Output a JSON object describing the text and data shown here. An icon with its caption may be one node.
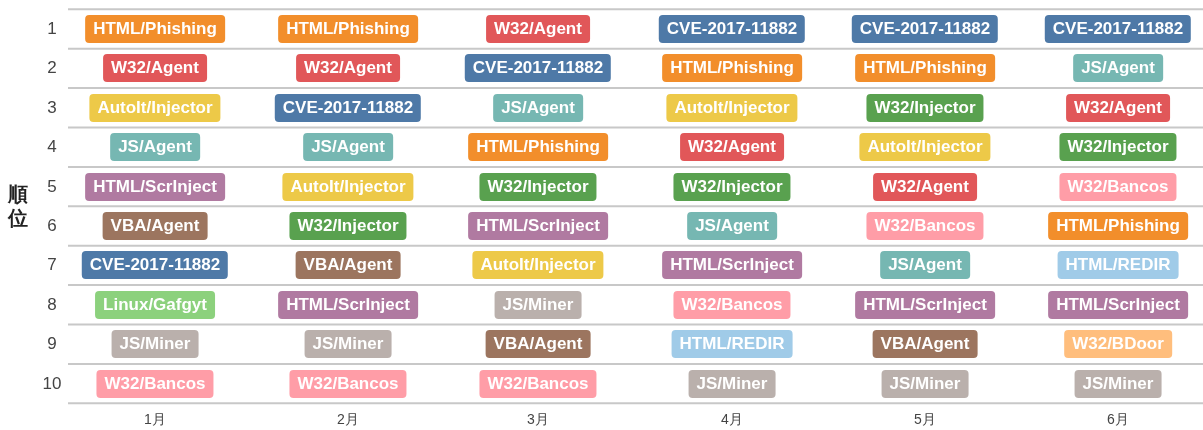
{
  "diagram": {
    "nodes": [
      {
        "text": [
          "HTML/Phishing"
        ]
      },
      {
        "text": [
          "HTML/Phishing"
        ]
      },
      {
        "text": [
          "W32/Agent"
        ]
      },
      {
        "text": [
          "CVE-2017-11882"
        ]
      },
      {
        "text": [
          "CVE-2017-11882"
        ]
      },
      {
        "text": [
          "CVE-2017-11882"
        ]
      },
      {
        "text": [
          "W32/Agent"
        ]
      },
      {
        "text": [
          "W32/Agent"
        ]
      },
      {
        "text": [
          "CVE-2017-11882"
        ]
      },
      {
        "text": [
          "HTML/Phishing"
        ]
      },
      {
        "text": [
          "HTML/Phishing"
        ]
      },
      {
        "text": [
          "JS/Agent"
        ]
      },
      {
        "text": [
          "AutoIt/Injector"
        ]
      },
      {
        "text": [
          "CVE-2017-11882"
        ]
      },
      {
        "text": [
          "JS/Agent"
        ]
      },
      {
        "text": [
          "AutoIt/Injector"
        ]
      },
      {
        "text": [
          "W32/Injector"
        ]
      },
      {
        "text": [
          "W32/Agent"
        ]
      },
      {
        "text": [
          "JS/Agent"
        ]
      },
      {
        "text": [
          "JS/Agent"
        ]
      },
      {
        "text": [
          "HTML/Phishing"
        ]
      },
      {
        "text": [
          "W32/Agent"
        ]
      },
      {
        "text": [
          "AutoIt/Injector"
        ]
      },
      {
        "text": [
          "W32/Injector"
        ]
      },
      {
        "text": [
          "HTML/ScrInject"
        ]
      },
      {
        "text": [
          "AutoIt/Injector"
        ]
      },
      {
        "text": [
          "W32/Injector"
        ]
      },
      {
        "text": [
          "W32/Injector"
        ]
      },
      {
        "text": [
          "W32/Agent"
        ]
      },
      {
        "text": [
          "W32/Bancos"
        ]
      },
      {
        "text": [
          "VBA/Agent"
        ]
      },
      {
        "text": [
          "W32/Injector"
        ]
      },
      {
        "text": [
          "HTML/ScrInject"
        ]
      },
      {
        "text": [
          "JS/Agent"
        ]
      },
      {
        "text": [
          "W32/Bancos"
        ]
      },
      {
        "text": [
          "HTML/Phishing"
        ]
      },
      {
        "text": [
          "CVE-2017-11882"
        ]
      },
      {
        "text": [
          "VBA/Agent"
        ]
      },
      {
        "text": [
          "AutoIt/Injector"
        ]
      },
      {
        "text": [
          "HTML/ScrInject"
        ]
      },
      {
        "text": [
          "JS/Agent"
        ]
      },
      {
        "text": [
          "HTML/REDIR"
        ]
      },
      {
        "text": [
          "Linux/Gafgyt"
        ]
      },
      {
        "text": [
          "HTML/ScrInject"
        ]
      },
      {
        "text": [
          "JS/Miner"
        ]
      },
      {
        "text": [
          "W32/Bancos"
        ]
      },
      {
        "text": [
          "HTML/ScrInject"
        ]
      },
      {
        "text": [
          "HTML/ScrInject"
        ]
      },
      {
        "text": [
          "JS/Miner"
        ]
      },
      {
        "text": [
          "JS/Miner"
        ]
      },
      {
        "text": [
          "VBA/Agent"
        ]
      },
      {
        "text": [
          "HTML/REDIR"
        ]
      },
      {
        "text": [
          "VBA/Agent"
        ]
      },
      {
        "text": [
          "W32/BDoor"
        ]
      },
      {
        "text": [
          "W32/Bancos"
        ]
      },
      {
        "text": [
          "W32/Bancos"
        ]
      },
      {
        "text": [
          "W32/Bancos"
        ]
      },
      {
        "text": [
          "JS/Miner"
        ]
      },
      {
        "text": [
          "JS/Miner"
        ]
      },
      {
        "text": [
          "JS/Miner"
        ]
      }
    ],
    "edges": [],
    "labels": [
      "1",
      "2",
      "3",
      "4",
      "5",
      "6",
      "7",
      "8",
      "9",
      "10",
      "順位",
      "1月",
      "2月",
      "3月",
      "4月",
      "5月",
      "6月"
    ]
  }
}
